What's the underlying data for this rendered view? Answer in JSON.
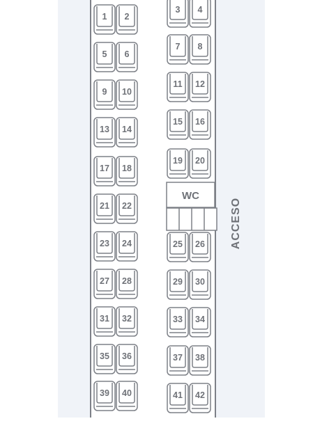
{
  "colors": {
    "background": "#ffffff",
    "corridor": "#f0f3f8",
    "line": "#7d8087",
    "text": "#6f7278"
  },
  "labels": {
    "wc": "WC",
    "acceso": "ACCESO"
  },
  "seats": {
    "left": [
      {
        "pair": [
          "1",
          "2"
        ]
      },
      {
        "pair": [
          "5",
          "6"
        ]
      },
      {
        "pair": [
          "9",
          "10"
        ]
      },
      {
        "pair": [
          "13",
          "14"
        ]
      },
      {
        "pair": [
          "17",
          "18"
        ]
      },
      {
        "pair": [
          "21",
          "22"
        ]
      },
      {
        "pair": [
          "23",
          "24"
        ]
      },
      {
        "pair": [
          "27",
          "28"
        ]
      },
      {
        "pair": [
          "31",
          "32"
        ]
      },
      {
        "pair": [
          "35",
          "36"
        ]
      },
      {
        "pair": [
          "39",
          "40"
        ]
      }
    ],
    "right": [
      {
        "pair": [
          "3",
          "4"
        ]
      },
      {
        "pair": [
          "7",
          "8"
        ]
      },
      {
        "pair": [
          "11",
          "12"
        ]
      },
      {
        "pair": [
          "15",
          "16"
        ]
      },
      {
        "pair": [
          "19",
          "20"
        ]
      },
      {
        "pair": [
          "25",
          "26"
        ]
      },
      {
        "pair": [
          "29",
          "30"
        ]
      },
      {
        "pair": [
          "33",
          "34"
        ]
      },
      {
        "pair": [
          "37",
          "38"
        ]
      },
      {
        "pair": [
          "41",
          "42"
        ]
      }
    ]
  }
}
